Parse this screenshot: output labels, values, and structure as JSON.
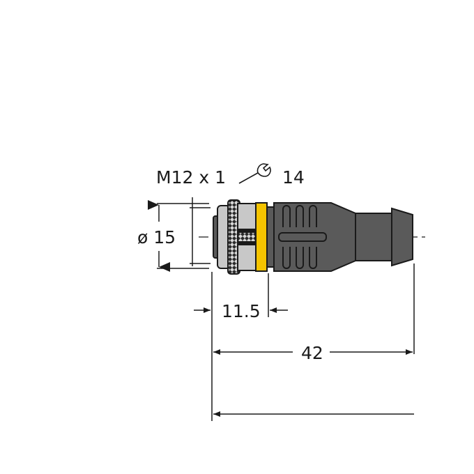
{
  "drawing": {
    "thread_label": "M12 x 1",
    "wrench_size": "14",
    "wrench_icon": "wrench-icon",
    "diameter_label": "ø 15",
    "length_coupling_label": "11.5",
    "length_total_label": "42",
    "colors": {
      "body_dark": "#5a5a5a",
      "nut_light": "#c8c8c8",
      "ring_yellow": "#f5c400",
      "line": "#1a1a1a"
    }
  }
}
